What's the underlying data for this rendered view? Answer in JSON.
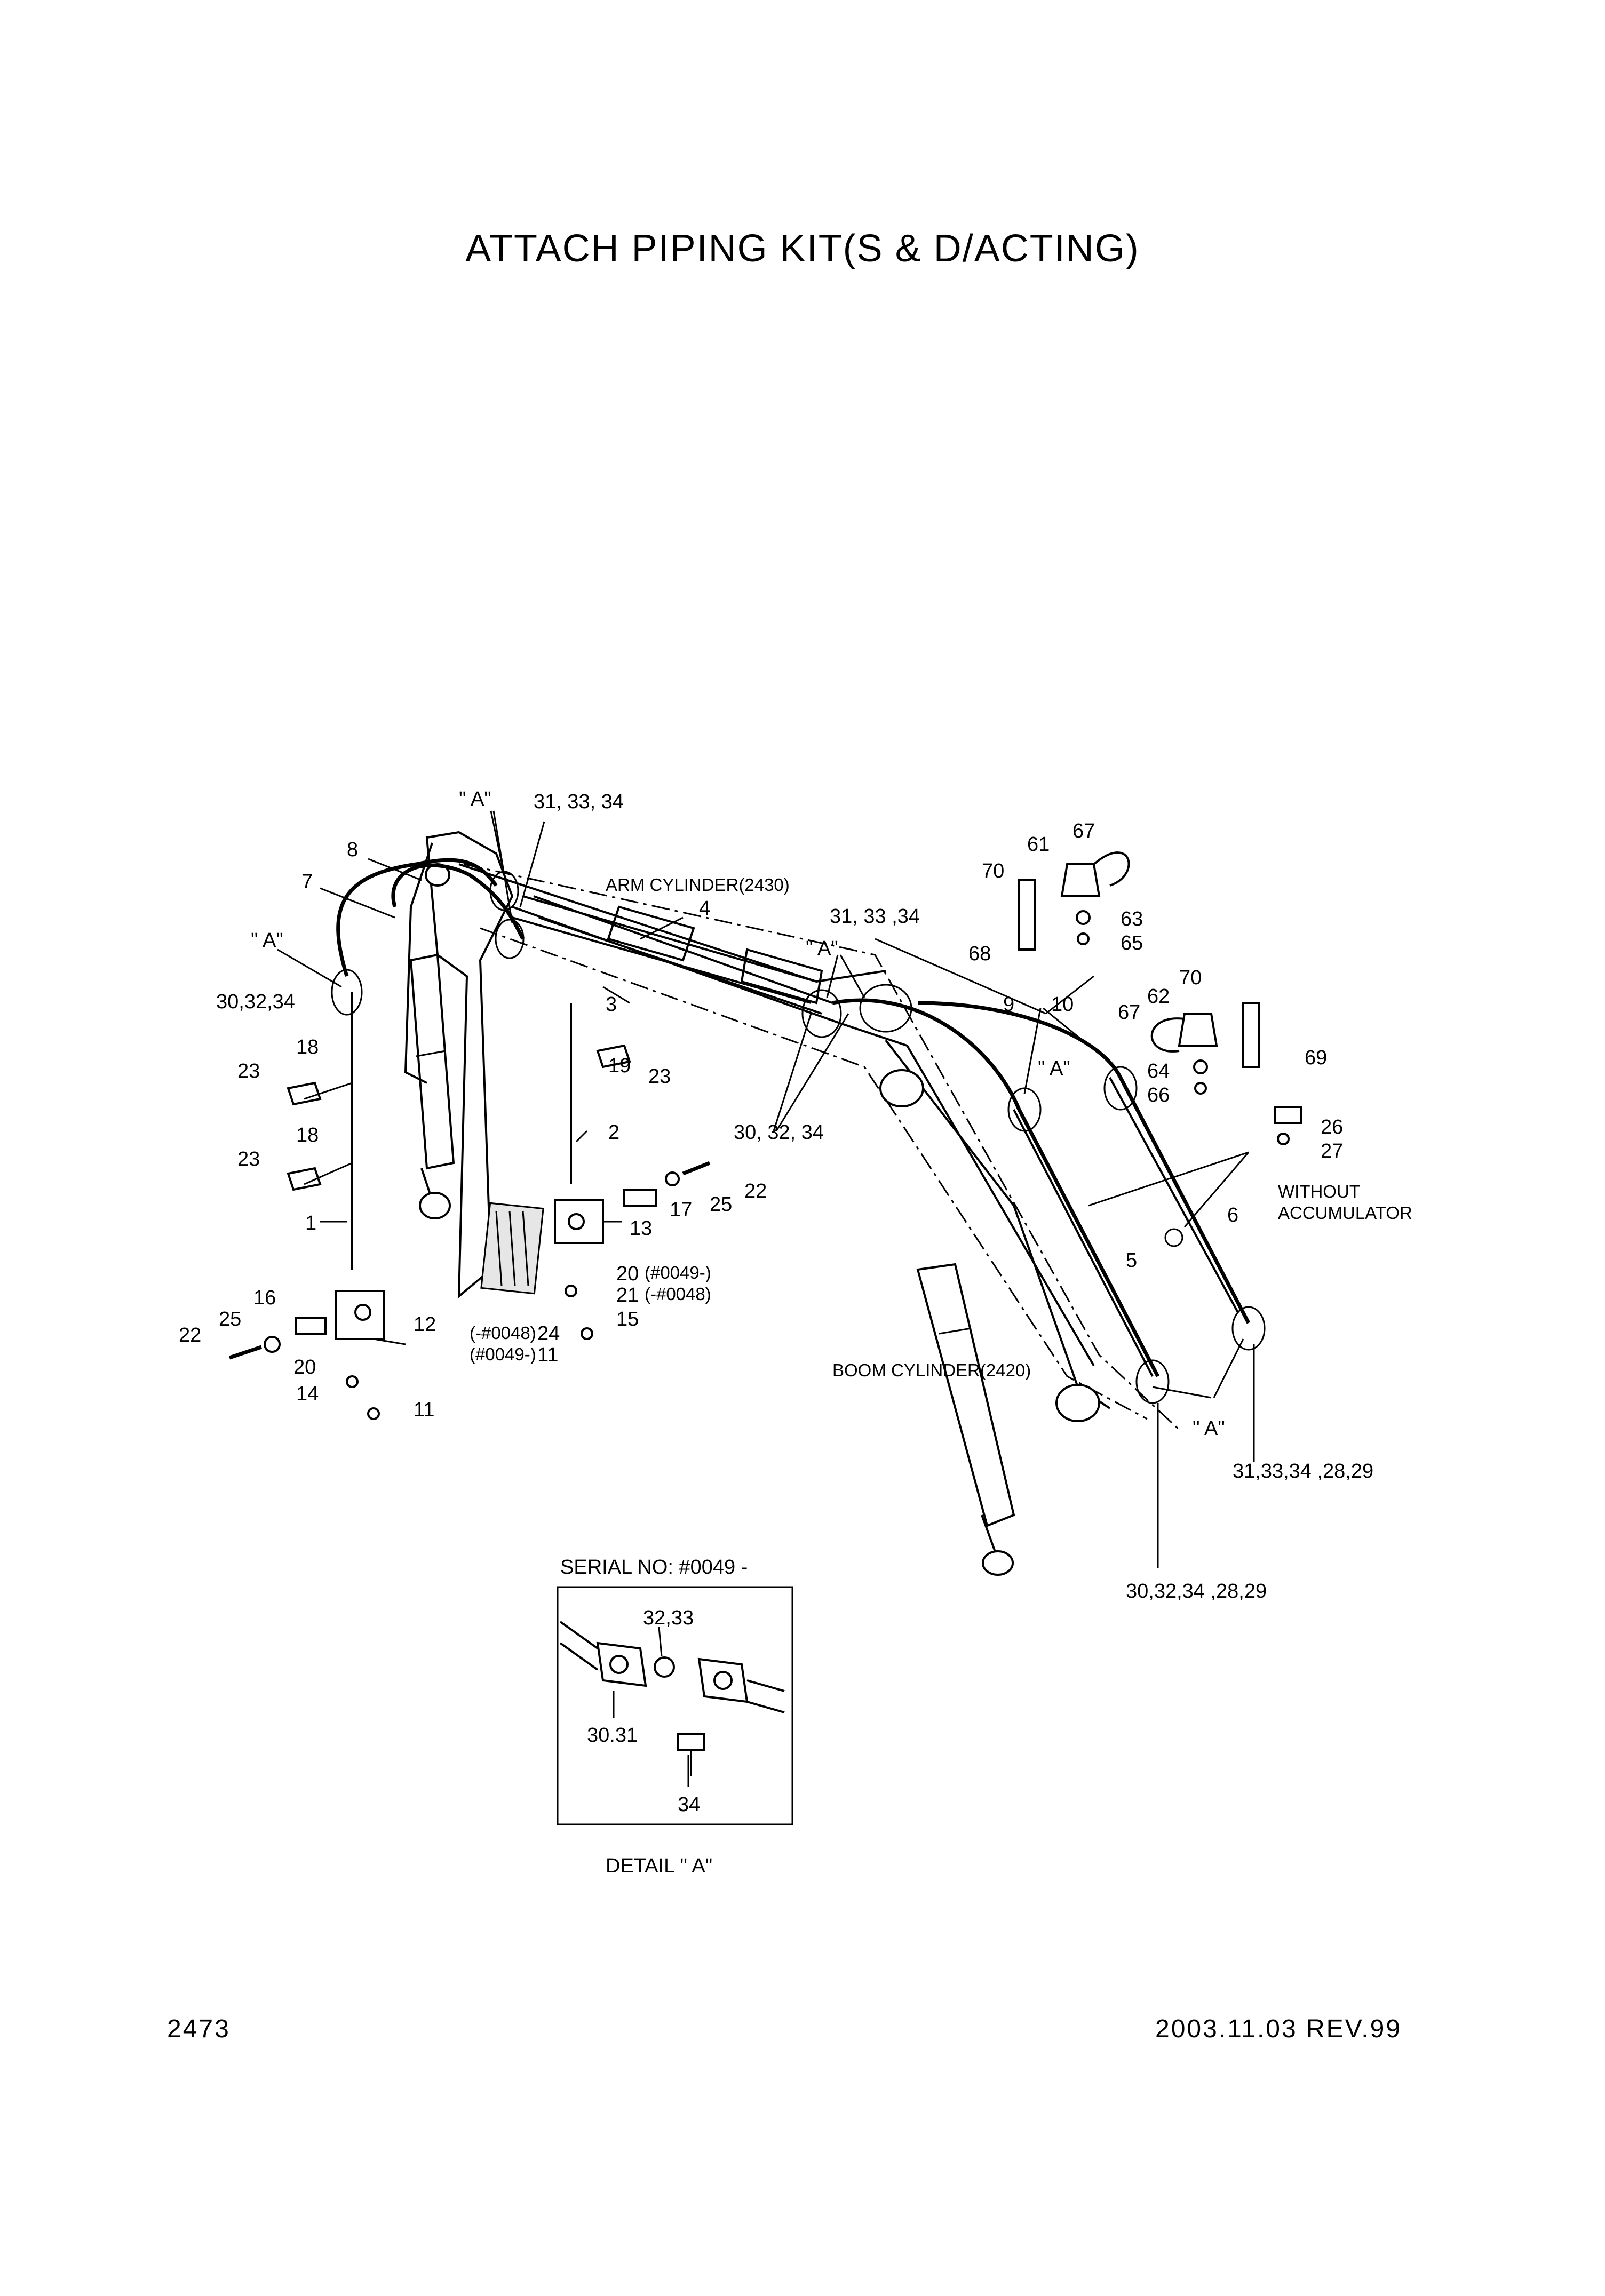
{
  "title": "ATTACH PIPING KIT(S & D/ACTING)",
  "page_number": "2473",
  "revision": "2003.11.03  REV.99",
  "detail": {
    "serial": "SERIAL NO: #0049 -",
    "caption": "DETAIL   \" A\"",
    "labels": [
      "32,33",
      "30.31",
      "34"
    ]
  },
  "components": {
    "arm_cylinder": "ARM CYLINDER(2430)",
    "boom_cylinder": "BOOM CYLINDER(2420)",
    "without_accumulator_line1": "WITHOUT",
    "without_accumulator_line2": "ACCUMULATOR"
  },
  "callouts": {
    "a_top": "\" A\"",
    "a_left": "\" A\"",
    "a_mid": "\" A\"",
    "a_right": "\" A\"",
    "a_bottom": "\" A\"",
    "c31_33_34_top": "31, 33, 34",
    "c31_33_34_mid": "31, 33 ,34",
    "c30_32_34_left": "30,32,34",
    "c30_32_34_mid": "30, 32, 34",
    "c31_33_34_28_29": "31,33,34 ,28,29",
    "c30_32_34_28_29": "30,32,34 ,28,29",
    "p1": "1",
    "p2": "2",
    "p3": "3",
    "p4": "4",
    "p5": "5",
    "p6": "6",
    "p7": "7",
    "p8": "8",
    "p9": "9",
    "p10": "10",
    "p11": "11",
    "p11b": "11",
    "p12": "12",
    "p13": "13",
    "p14": "14",
    "p15": "15",
    "p16": "16",
    "p17": "17",
    "p18a": "18",
    "p18b": "18",
    "p19": "19",
    "p20a": "20",
    "p20b": "20",
    "p20_note": "(#0049-)",
    "p21": "21",
    "p21_note": "(-#0048)",
    "p22a": "22",
    "p22b": "22",
    "p23a": "23",
    "p23b": "23",
    "p23c": "23",
    "p24": "24",
    "p24_note": "(-#0048)",
    "p11_note": "(#0049-)",
    "p25a": "25",
    "p25b": "25",
    "p26": "26",
    "p27": "27",
    "p61": "61",
    "p62": "62",
    "p63": "63",
    "p64": "64",
    "p65": "65",
    "p66": "66",
    "p67a": "67",
    "p67b": "67",
    "p68": "68",
    "p69": "69",
    "p70a": "70",
    "p70b": "70"
  }
}
